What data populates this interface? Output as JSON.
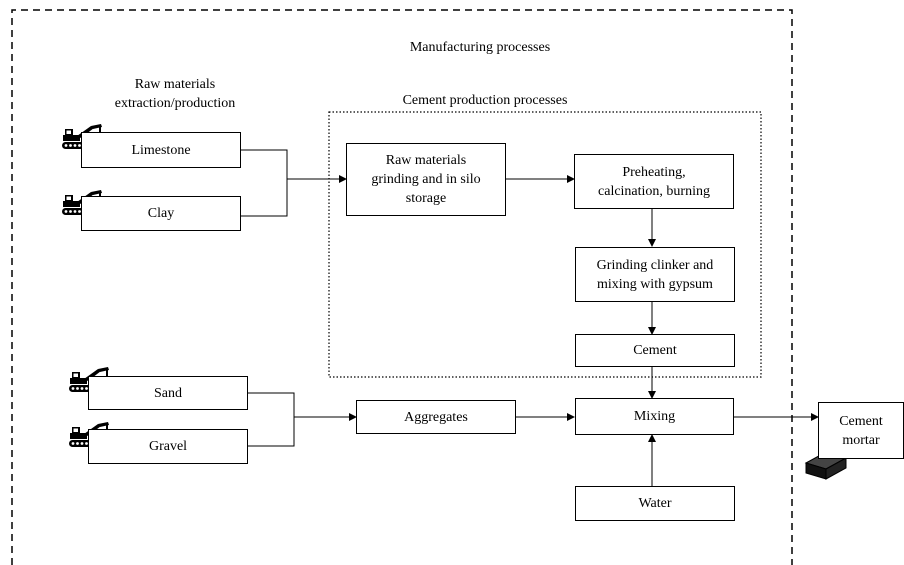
{
  "diagram": {
    "title": "Manufacturing processes",
    "raw_materials_heading": "Raw materials\nextraction/production",
    "cement_section_title": "Cement production processes",
    "nodes": {
      "limestone": "Limestone",
      "clay": "Clay",
      "raw_grinding": "Raw materials\ngrinding and in silo\nstorage",
      "preheating": "Preheating,\ncalcination, burning",
      "grinding_clinker": "Grinding clinker and\nmixing with gypsum",
      "cement": "Cement",
      "sand": "Sand",
      "gravel": "Gravel",
      "aggregates": "Aggregates",
      "mixing": "Mixing",
      "water": "Water",
      "cement_mortar": "Cement\nmortar"
    },
    "icons": [
      "excavator-icon",
      "excavator-icon",
      "excavator-icon",
      "excavator-icon",
      "mortar-brick-icon"
    ]
  }
}
